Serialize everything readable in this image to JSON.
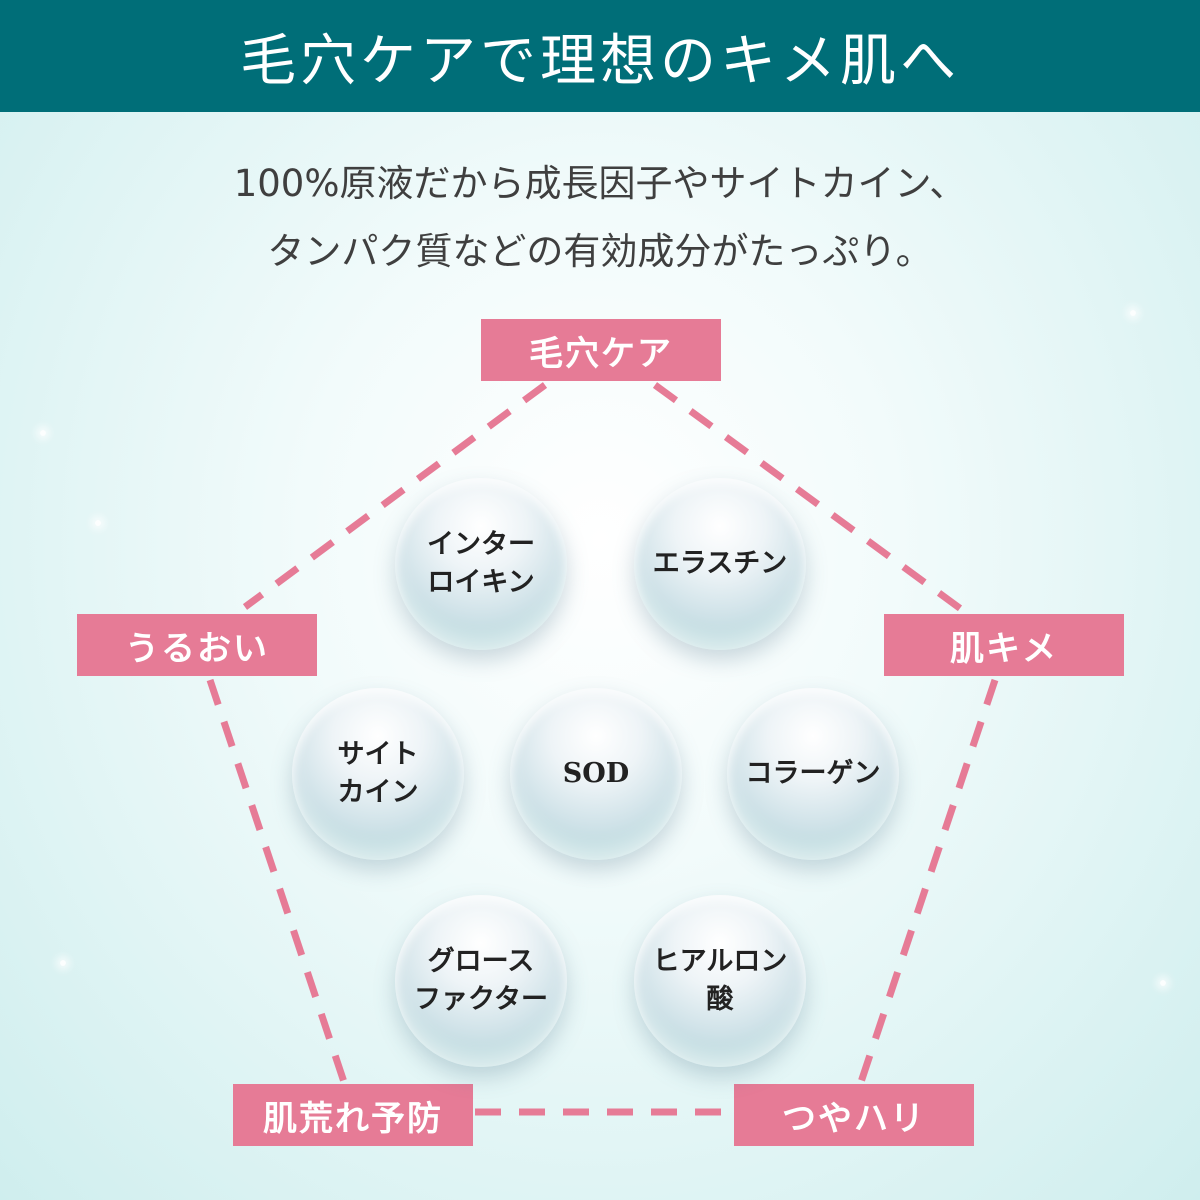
{
  "header": {
    "title": "毛穴ケアで理想のキメ肌へ"
  },
  "intro": {
    "line1": "100%原液だから成長因子やサイトカイン、",
    "line2": "タンパク質などの有効成分がたっぷり。"
  },
  "benefits": {
    "top": "毛穴ケア",
    "left": "うるおい",
    "right": "肌キメ",
    "bottom_left": "肌荒れ予防",
    "bottom_right": "つやハリ"
  },
  "ingredients": {
    "interleukin": "インター\nロイキン",
    "elastin": "エラスチン",
    "cytokine": "サイト\nカイン",
    "sod": "SOD",
    "collagen": "コラーゲン",
    "growth_factor": "グロース\nファクター",
    "hyaluronic_acid": "ヒアルロン\n酸"
  },
  "colors": {
    "header_bg": "#006e78",
    "tag_bg": "#e67b96",
    "dash_line": "#e67b96"
  }
}
